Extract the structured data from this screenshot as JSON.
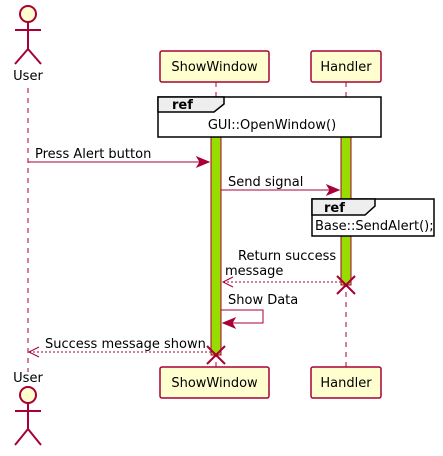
{
  "participants": {
    "user": "User",
    "show_window": "ShowWindow",
    "handler": "Handler"
  },
  "refs": [
    {
      "keyword": "ref",
      "text": "GUI::OpenWindow()"
    },
    {
      "keyword": "ref",
      "text": "Base::SendAlert();"
    }
  ],
  "messages": [
    {
      "from": "User",
      "to": "ShowWindow",
      "lines": [
        "Press Alert button"
      ],
      "style": "solid"
    },
    {
      "from": "ShowWindow",
      "to": "Handler",
      "lines": [
        "Send signal"
      ],
      "style": "solid"
    },
    {
      "from": "Handler",
      "to": "ShowWindow",
      "lines": [
        "Return success",
        "message"
      ],
      "style": "dashed"
    },
    {
      "from": "ShowWindow",
      "to": "ShowWindow",
      "lines": [
        "Show Data"
      ],
      "style": "solid"
    },
    {
      "from": "ShowWindow",
      "to": "User",
      "lines": [
        "Success message shown"
      ],
      "style": "dashed"
    }
  ],
  "colors": {
    "border": "#A80036",
    "participant_fill": "#FEFECE",
    "activation_fill": "#99DD00",
    "ref_tab_fill": "#eeeeee"
  }
}
